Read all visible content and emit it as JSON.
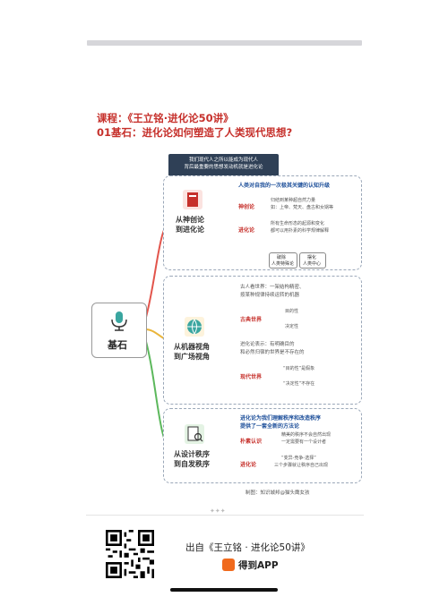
{
  "header": {
    "line1": "课程：《王立铭·进化论50讲》",
    "line2": "01基石：进化论如何塑造了人类现代思想?"
  },
  "mindmap": {
    "banner_line1": "我们现代人之所以能成为现代人",
    "banner_line2": "背后最重要的思想发动机就是进化论",
    "central_label": "基石",
    "branch1": {
      "title_line1": "从神创论",
      "title_line2": "到进化论",
      "heading": "人类对自我的一次极其关键的认知升级",
      "sub1_label": "神创论",
      "sub1_text1": "归结到某种超自然力量",
      "sub1_text2": "如：上帝、梵天、盘古和女娲等",
      "sub2_label": "进化论",
      "sub2_text1": "所有生命形态的起源和变化",
      "sub2_text2": "都可以用扑素的科学规律解释",
      "box1_line1": "破除",
      "box1_line2": "人类特殊论",
      "box2_line1": "摆化",
      "box2_line2": "人类中心"
    },
    "branch2": {
      "title_line1": "从机器视角",
      "title_line2": "到广场视角",
      "intro1": "古人看世界：一架结构精密、",
      "intro2": "按某种规律持续运转的机器",
      "sub1_label": "古典世界",
      "sub1_item1": "目的性",
      "sub1_item2": "决定性",
      "mid1": "进化论表示：有明确目的",
      "mid2": "和必然归宿的世界是不存在的",
      "sub2_label": "现代世界",
      "sub2_item1": "“目的性”是假象",
      "sub2_item2": "“决定性”不存在"
    },
    "branch3": {
      "title_line1": "从设计秩序",
      "title_line2": "到自发秩序",
      "heading1": "进化论为我们理解秩序和改造秩序",
      "heading2": "提供了一套全新的方法论",
      "sub1_label": "朴素认识",
      "sub1_text1": "精美的秩序不会自然出现",
      "sub1_text2": "一定需要有一个设计者",
      "sub2_label": "进化论",
      "sub2_text1": "“变异-竞争-选择”",
      "sub2_text2": "三个步骤就让秩序自己出现"
    },
    "credit": "制图：知识城邦@猫头鹰女孩"
  },
  "footer": {
    "source_text": "出自《王立铭 · 进化论50讲》",
    "app_name": "得到APP"
  },
  "colors": {
    "title_red": "#c6302b",
    "branch_red": "#e2544b",
    "branch_yellow": "#eab53a",
    "branch_green": "#5cb85c",
    "heading_blue": "#1d4f9a",
    "logo_orange": "#f06a1d"
  }
}
